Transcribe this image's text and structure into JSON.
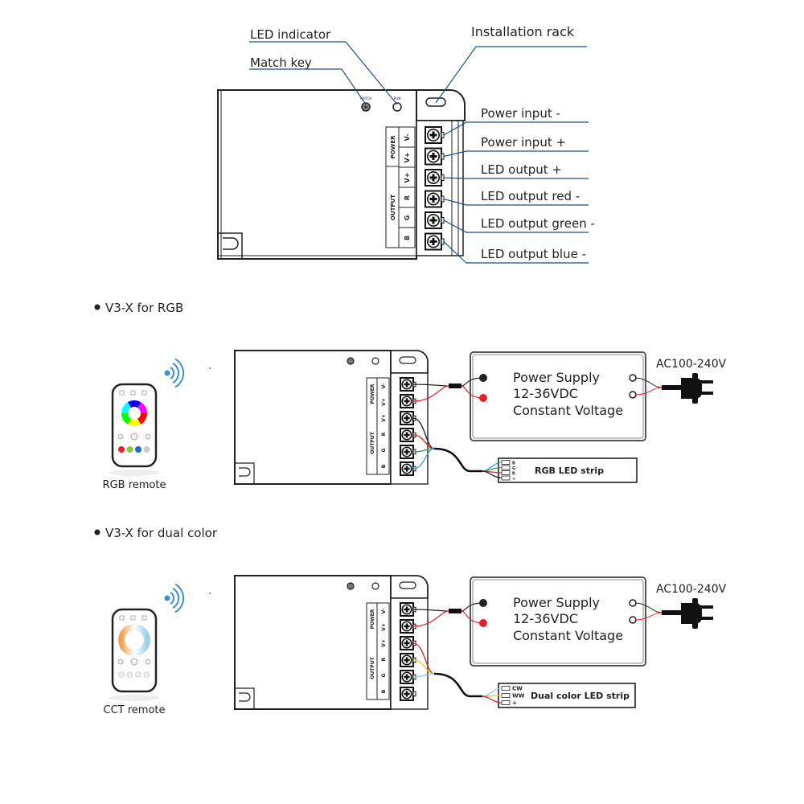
{
  "top_diagram": {
    "callouts": {
      "led_indicator": "LED indicator",
      "match_key": "Match key",
      "installation_rack": "Installation rack"
    },
    "terminals": [
      "Power input -",
      "Power input +",
      "LED output +",
      "LED output red -",
      "LED output green -",
      "LED output blue -"
    ],
    "panel": {
      "power_group": "POWER",
      "output_group": "OUTPUT",
      "pins": [
        "V-",
        "V+",
        "V+",
        "R",
        "G",
        "B"
      ]
    },
    "button_labels": {
      "match": "MATCH",
      "run": "RUN"
    }
  },
  "sections": [
    {
      "title": "V3-X for RGB",
      "remote_label": "RGB remote",
      "power_supply": {
        "line1": "Power Supply",
        "line2": "12-36VDC",
        "line3": "Constant Voltage"
      },
      "ac_label": "AC100-240V",
      "strip_label": "RGB LED strip",
      "strip_pins": [
        "B",
        "G",
        "R",
        "+"
      ]
    },
    {
      "title": "V3-X for dual color",
      "remote_label": "CCT remote",
      "power_supply": {
        "line1": "Power Supply",
        "line2": "12-36VDC",
        "line3": "Constant Voltage"
      },
      "ac_label": "AC100-240V",
      "strip_label": "Dual color LED strip",
      "strip_pins": [
        "CW",
        "WW",
        "+"
      ]
    }
  ],
  "colors": {
    "callout_line": "#1f4e8c",
    "wire_red": "#e0202a",
    "wire_green": "#2aa44a",
    "wire_blue": "#3aa0e0",
    "wire_yellow": "#f0c81e",
    "wire_lightblue": "#8ccbea",
    "signal_blue": "#3a8fd8"
  }
}
